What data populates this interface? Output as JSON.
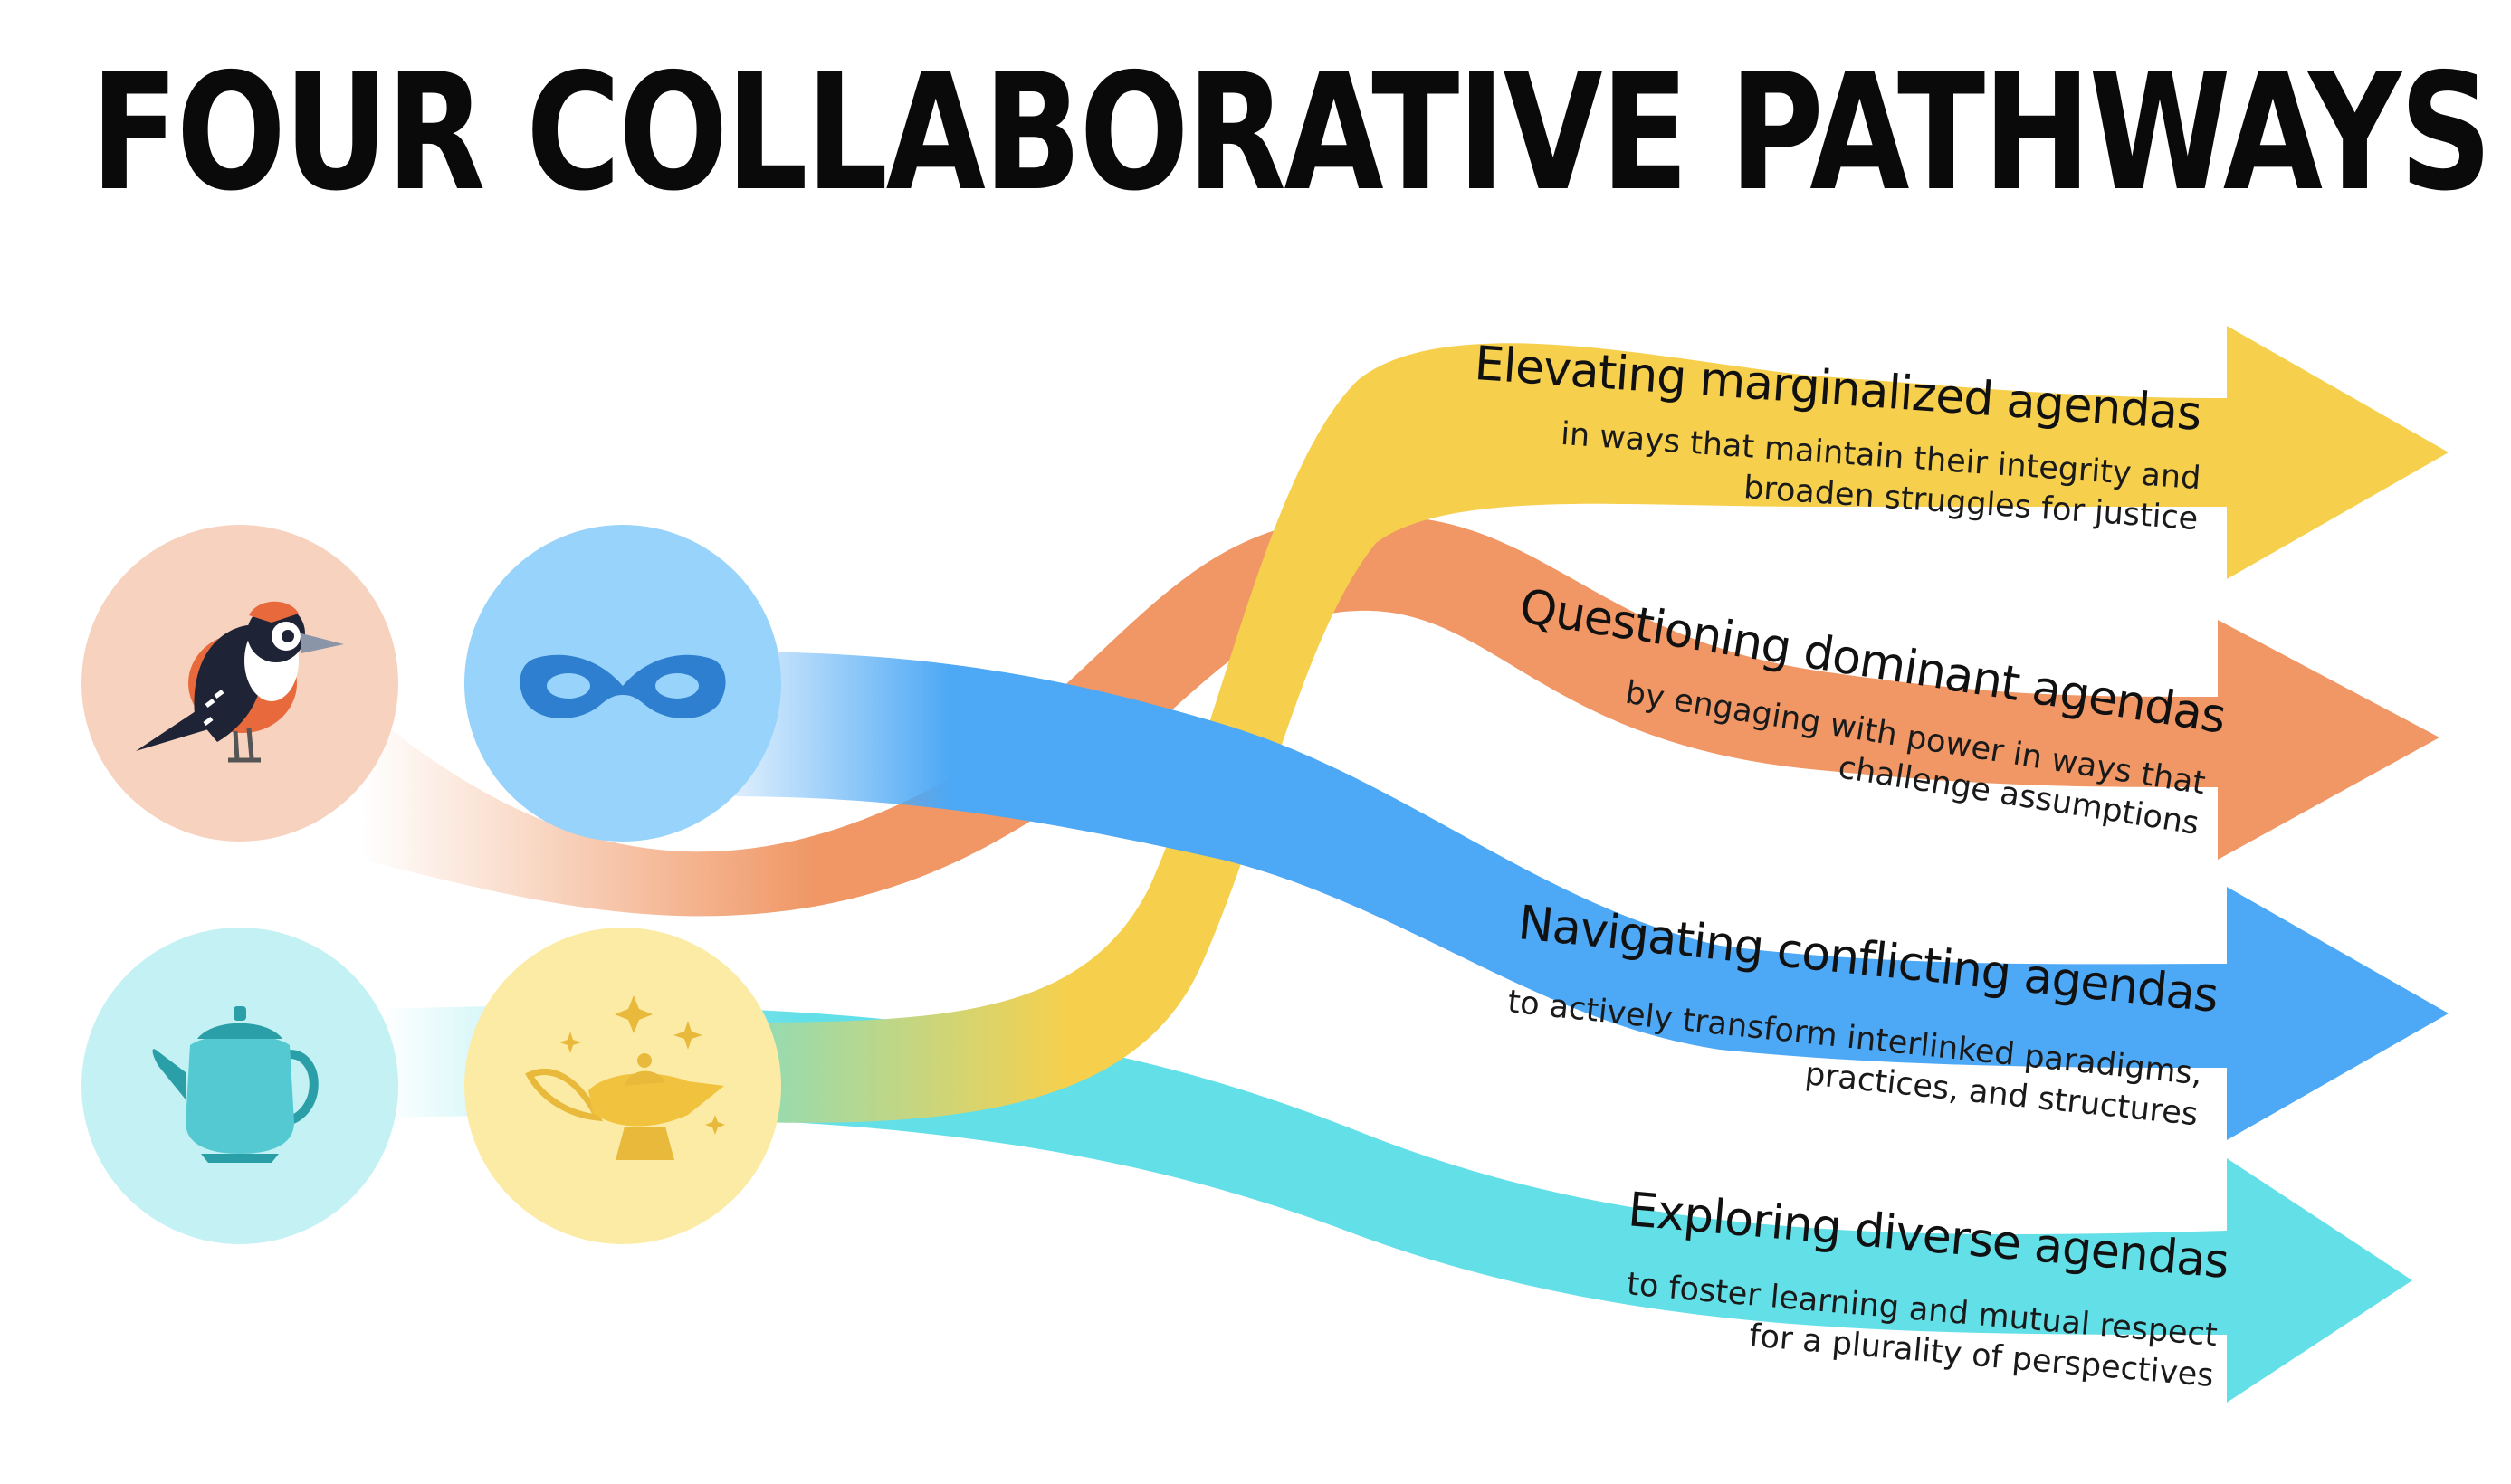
{
  "title": "FOUR COLLABORATIVE PATHWAYS",
  "colors": {
    "yellow": "#F6D04D",
    "orange": "#F09765",
    "blue": "#4DA8F5",
    "cyan": "#63DFE8"
  },
  "icons": {
    "woodpecker": "woodpecker-icon",
    "mask": "mask-icon",
    "teapot": "teapot-icon",
    "lamp": "magic-lamp-icon"
  },
  "pathways": [
    {
      "title": "Elevating marginalized agendas",
      "subtitle_line1": "in ways that maintain their integrity and",
      "subtitle_line2": "broaden struggles for justice"
    },
    {
      "title": "Questioning dominant agendas",
      "subtitle_line1": "by engaging with power in ways that",
      "subtitle_line2": "challenge assumptions"
    },
    {
      "title": "Navigating conflicting agendas",
      "subtitle_line1": "to actively transform interlinked paradigms,",
      "subtitle_line2": "practices, and structures"
    },
    {
      "title": "Exploring diverse agendas",
      "subtitle_line1": "to foster learning and mutual respect",
      "subtitle_line2": "for a plurality of perspectives"
    }
  ]
}
